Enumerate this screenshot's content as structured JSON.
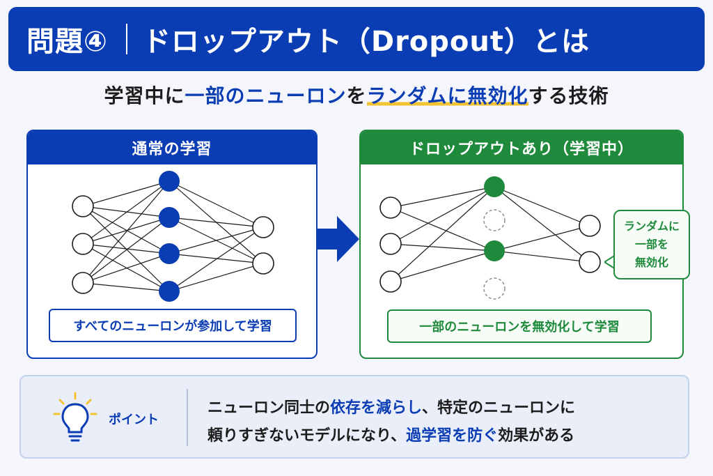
{
  "header": {
    "number": "問題④",
    "title": "ドロップアウト（Dropout）とは"
  },
  "subtitle": {
    "p1": "学習中に",
    "p2": "一部のニューロン",
    "p3": "を",
    "p4": "ランダムに無効化",
    "p5": "する技術"
  },
  "left_panel": {
    "title": "通常の学習",
    "caption": "すべてのニューロンが参加して学習"
  },
  "right_panel": {
    "title": "ドロップアウトあり（学習中）",
    "caption": "一部のニューロンを無効化して学習"
  },
  "bubble": {
    "line1": "ランダムに",
    "line2": "一部を",
    "line3": "無効化"
  },
  "point": {
    "label": "ポイント",
    "line1_a": "ニューロン同士の",
    "line1_b": "依存を減らし",
    "line1_c": "、特定のニューロンに",
    "line2_a": "頼りすぎないモデルになり、",
    "line2_b": "過学習を防ぐ",
    "line2_c": "効果がある"
  },
  "colors": {
    "primary": "#0a3cb4",
    "green": "#1f8a3c",
    "highlight": "#f2c230",
    "background": "#f4f6fb"
  }
}
